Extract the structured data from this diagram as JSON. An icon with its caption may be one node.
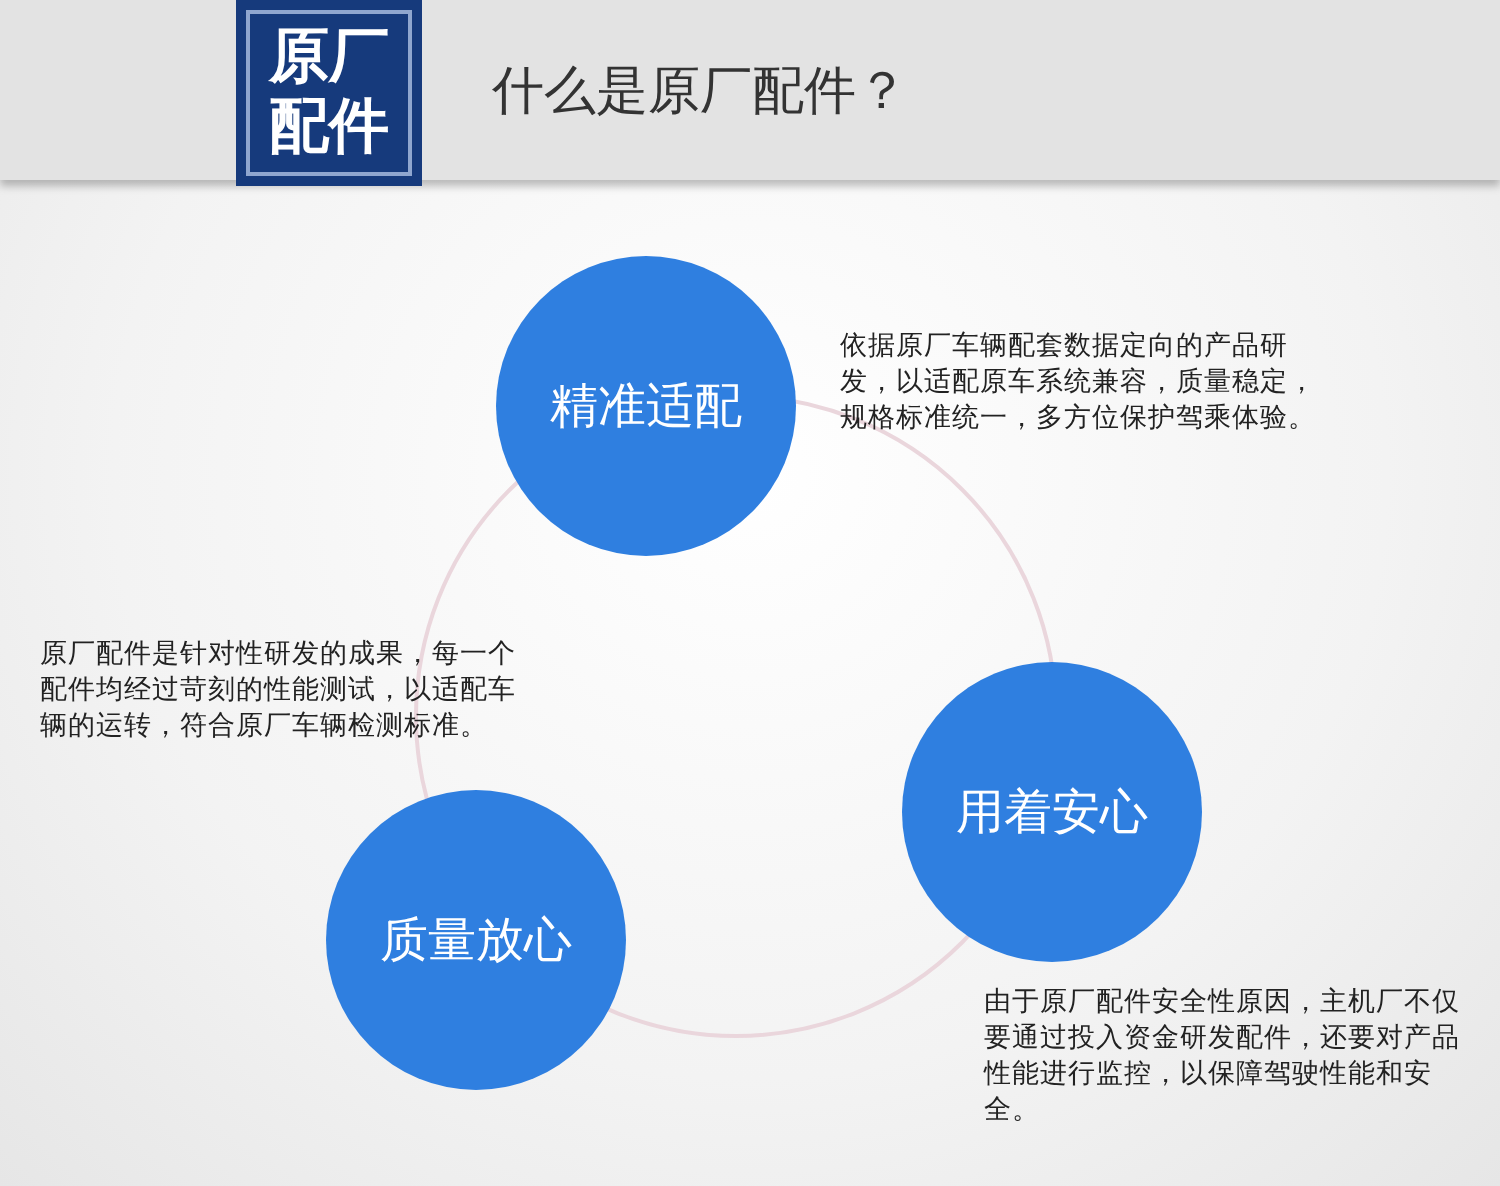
{
  "diagram": {
    "title": "什么是原厂配件？",
    "nodes": [
      {
        "text": [
          "原厂配件"
        ]
      },
      {
        "text": [
          "精准适配"
        ],
        "beside": [
          "依据原厂车辆配套数据定向的产品研发，以适配原车系统兼容，质量稳定，规格标准统一，多方位保护驾乘体验。"
        ]
      },
      {
        "text": [
          "用着安心"
        ],
        "beside": [
          "由于原厂配件安全性原因，主机厂不仅要通过投入资金研发配件，还要对产品性能进行监控，以保障驾驶性能和安全。"
        ]
      },
      {
        "text": [
          "质量放心"
        ],
        "beside": [
          "原厂配件是针对性研发的成果，每一个配件均经过苛刻的性能测试，以适配车辆的运转，符合原厂车辆检测标准。"
        ]
      }
    ]
  }
}
